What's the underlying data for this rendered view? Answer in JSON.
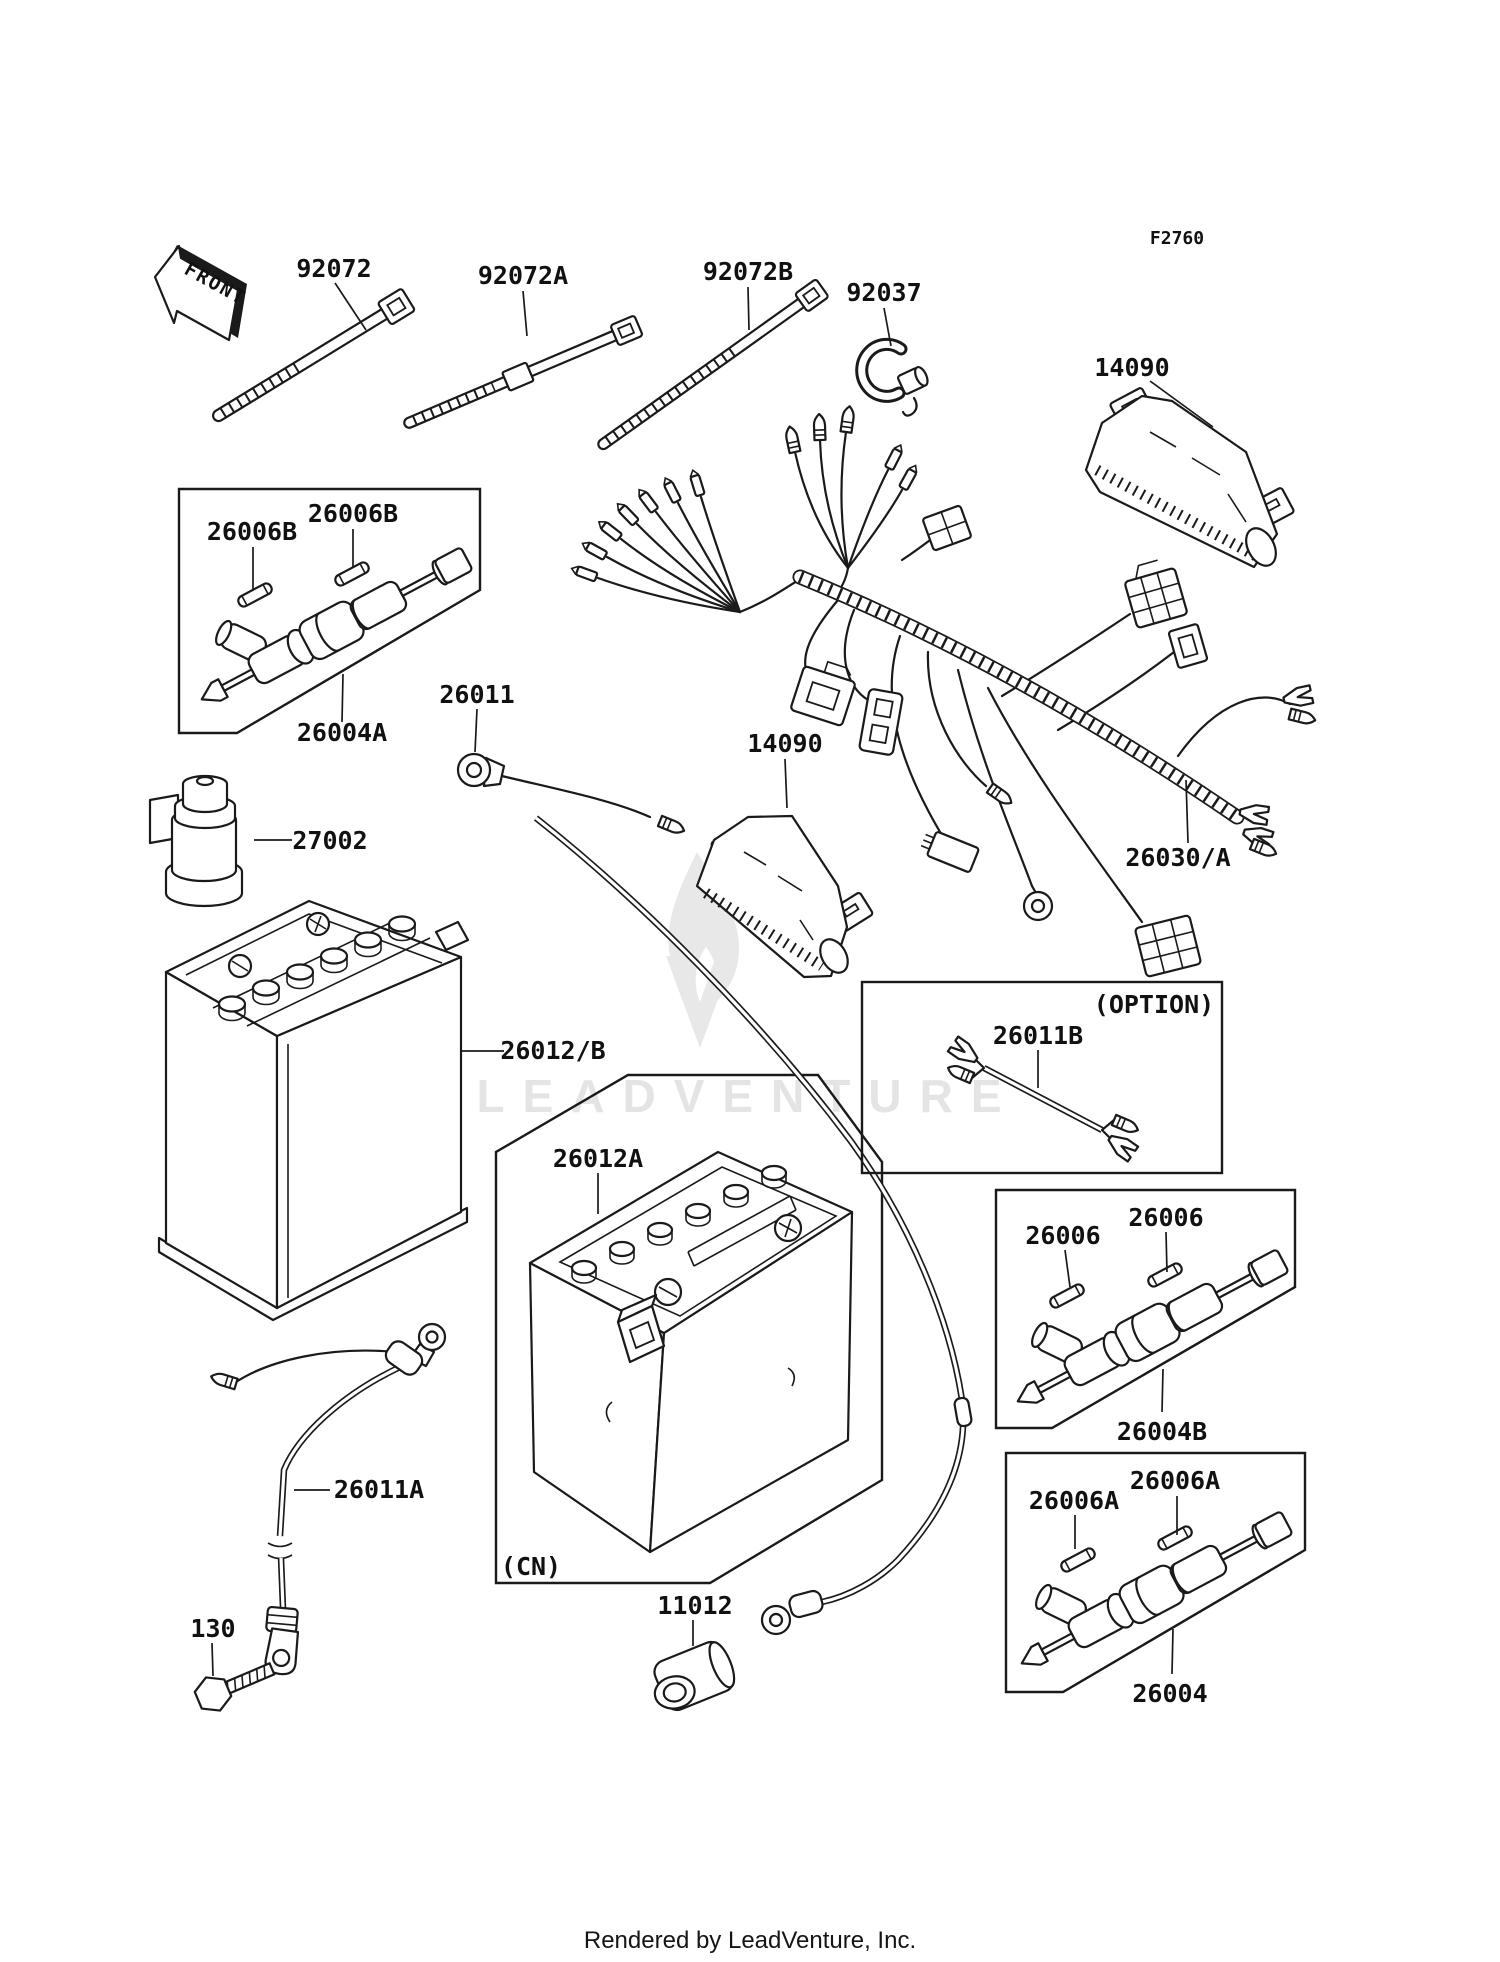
{
  "doc": {
    "figure_code": "F2760",
    "front_label": "FRONT",
    "watermark_text": "LEADVENTURE",
    "footer_text": "Rendered by LeadVenture, Inc.",
    "option_tag": "(OPTION)",
    "cn_tag": "(CN)",
    "line_color": "#1a1a1a",
    "watermark_color": "#e4e4e4"
  },
  "part_labels": {
    "tie_92072": "92072",
    "tie_92072a": "92072A",
    "tie_92072b": "92072B",
    "clamp_92037": "92037",
    "cover_14090_top": "14090",
    "cover_14090_mid": "14090",
    "harness_26030": "26030/A",
    "pin_26006b_1": "26006B",
    "pin_26006b_2": "26006B",
    "fuse_26004a": "26004A",
    "wire_26011": "26011",
    "relay_27002": "27002",
    "battery_26012b": "26012/B",
    "battery_26012a": "26012A",
    "jumper_26011b": "26011B",
    "pin_26006_1": "26006",
    "pin_26006_2": "26006",
    "fuse_26004b": "26004B",
    "pin_26006a_1": "26006A",
    "pin_26006a_2": "26006A",
    "fuse_26004": "26004",
    "cable_26011a": "26011A",
    "bolt_130": "130",
    "cap_11012": "11012"
  }
}
